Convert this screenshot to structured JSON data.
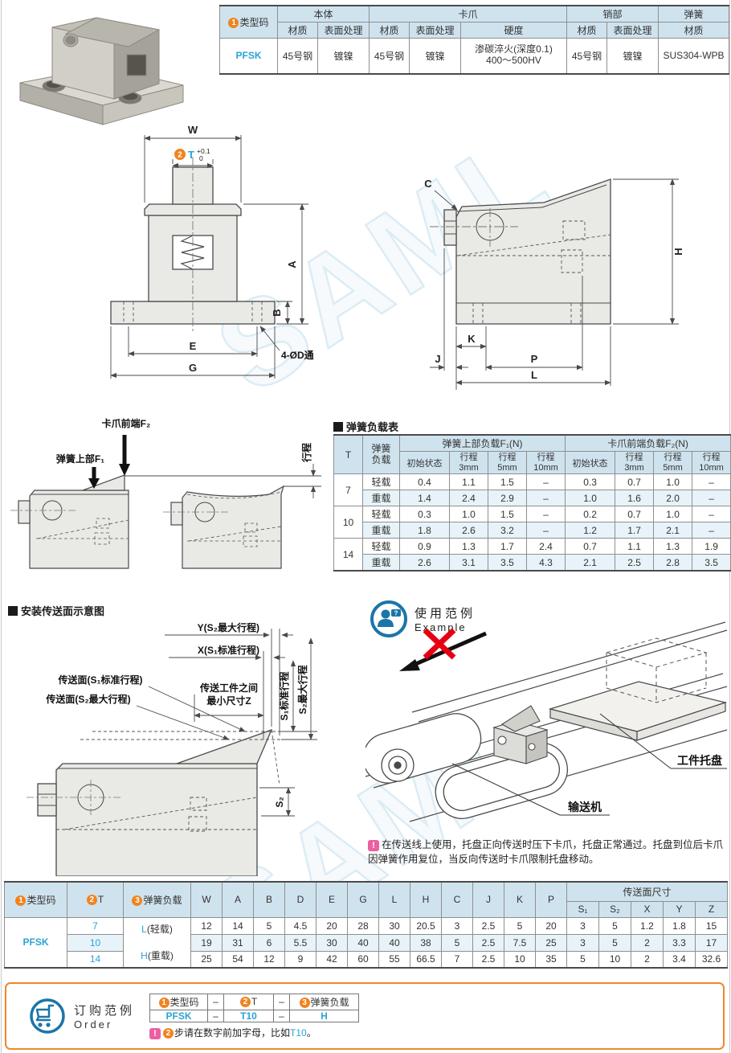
{
  "watermark": "SAML",
  "spec_table": {
    "num1": "1",
    "type_label": "类型码",
    "group_body": "本体",
    "group_claw": "卡爪",
    "group_pin": "销部",
    "group_spring": "弹簧",
    "sub_material": "材质",
    "sub_surface": "表面处理",
    "sub_hardness": "硬度",
    "type_code": "PFSK",
    "body_material": "45号钢",
    "body_surface": "镀镍",
    "claw_material": "45号钢",
    "claw_surface": "镀镍",
    "claw_hardness_line1": "渗碳淬火(深度0.1)",
    "claw_hardness_line2": "400～500HV",
    "pin_material": "45号钢",
    "pin_surface": "镀镍",
    "spring_material": "SUS304-WPB"
  },
  "front_view": {
    "dim_w": "W",
    "num2": "2",
    "dim_t": "T",
    "tol_upper": "+0.1",
    "tol_lower": "0",
    "dim_a": "A",
    "dim_b": "B",
    "dim_e": "E",
    "dim_g": "G",
    "hole_callout": "4-ØD通"
  },
  "side_view": {
    "dim_c": "C",
    "dim_h": "H",
    "dim_j": "J",
    "dim_k": "K",
    "dim_p": "P",
    "dim_l": "L"
  },
  "load_diagram": {
    "label_claw_tip": "卡爪前端F₂",
    "label_spring_top": "弹簧上部F₁",
    "label_stroke": "行程"
  },
  "spring_table": {
    "title": "弹簧负载表",
    "col_t": "T",
    "col_load_line1": "弹簧",
    "col_load_line2": "负载",
    "group_f1": "弹簧上部负载F₁(N)",
    "group_f2": "卡爪前端负载F₂(N)",
    "sub_initial": "初始状态",
    "sub_stroke": "行程",
    "s3": "3mm",
    "s5": "5mm",
    "s10": "10mm",
    "light": "轻载",
    "heavy": "重载",
    "rows": [
      {
        "t": "7",
        "light": [
          "0.4",
          "1.1",
          "1.5",
          "–",
          "0.3",
          "0.7",
          "1.0",
          "–"
        ],
        "heavy": [
          "1.4",
          "2.4",
          "2.9",
          "–",
          "1.0",
          "1.6",
          "2.0",
          "–"
        ]
      },
      {
        "t": "10",
        "light": [
          "0.3",
          "1.0",
          "1.5",
          "–",
          "0.2",
          "0.7",
          "1.0",
          "–"
        ],
        "heavy": [
          "1.8",
          "2.6",
          "3.2",
          "–",
          "1.2",
          "1.7",
          "2.1",
          "–"
        ]
      },
      {
        "t": "14",
        "light": [
          "0.9",
          "1.3",
          "1.7",
          "2.4",
          "0.7",
          "1.1",
          "1.3",
          "1.9"
        ],
        "heavy": [
          "2.6",
          "3.1",
          "3.5",
          "4.3",
          "2.1",
          "2.5",
          "2.8",
          "3.5"
        ]
      }
    ]
  },
  "install": {
    "title": "安装传送面示意图",
    "label_y": "Y(S₂最大行程)",
    "label_x": "X(S₁标准行程)",
    "label_surface_s1": "传送面(S₁标准行程)",
    "label_surface_s2": "传送面(S₂最大行程)",
    "gap_line1": "传送工件之间",
    "gap_line2": "最小尺寸Z",
    "label_s1_stroke": "S₁标准行程",
    "label_s2_stroke": "S₂最大行程",
    "label_s2": "S₂"
  },
  "usage": {
    "title_cn": "使用范例",
    "title_en": "Example",
    "label_pallet": "工件托盘",
    "label_conveyor": "输送机",
    "note_bang": "!",
    "note": "在传送线上使用，托盘正向传送时压下卡爪，托盘正常通过。托盘到位后卡爪因弹簧作用复位，当反向传送时卡爪限制托盘移动。"
  },
  "dims_table": {
    "num1": "1",
    "type_label": "类型码",
    "num2": "2",
    "t_label": "T",
    "num3": "3",
    "load_label": "弹簧负载",
    "headers": [
      "W",
      "A",
      "B",
      "D",
      "E",
      "G",
      "L",
      "H",
      "C",
      "J",
      "K",
      "P"
    ],
    "surface_group": "传送面尺寸",
    "surface_headers": [
      "S₁",
      "S₂",
      "X",
      "Y",
      "Z"
    ],
    "type_code": "PFSK",
    "load_light_letter": "L",
    "load_light_rest": "(轻载)",
    "load_heavy_letter": "H",
    "load_heavy_rest": "(重载)",
    "rows": [
      {
        "t": "7",
        "values": [
          "12",
          "14",
          "5",
          "4.5",
          "20",
          "28",
          "30",
          "20.5",
          "3",
          "2.5",
          "5",
          "20",
          "3",
          "5",
          "1.2",
          "1.8",
          "15"
        ]
      },
      {
        "t": "10",
        "values": [
          "19",
          "31",
          "6",
          "5.5",
          "30",
          "40",
          "40",
          "38",
          "5",
          "2.5",
          "7.5",
          "25",
          "3",
          "5",
          "2",
          "3.3",
          "17"
        ]
      },
      {
        "t": "14",
        "values": [
          "25",
          "54",
          "12",
          "9",
          "42",
          "60",
          "55",
          "66.5",
          "7",
          "2.5",
          "10",
          "35",
          "5",
          "10",
          "2",
          "3.4",
          "32.6"
        ]
      }
    ]
  },
  "order": {
    "title_cn": "订购范例",
    "title_en": "Order",
    "num1": "1",
    "h_type": "类型码",
    "num2": "2",
    "h_t": "T",
    "num3": "3",
    "h_load": "弹簧负载",
    "dash": "–",
    "v_type": "PFSK",
    "v_t": "T10",
    "v_load": "H",
    "note_bang": "!",
    "note_num": "2",
    "note_text": "步请在数字前加字母，比如",
    "note_code": "T10",
    "note_end": "。"
  },
  "colors": {
    "accent_blue": "#2aa3d6",
    "header_bg": "#cfe3ee",
    "alt_row_bg": "#e8f3f9",
    "orange": "#f0831e",
    "pink": "#ec5fa1",
    "red": "#e60012",
    "icon_blue": "#1b75a8"
  }
}
